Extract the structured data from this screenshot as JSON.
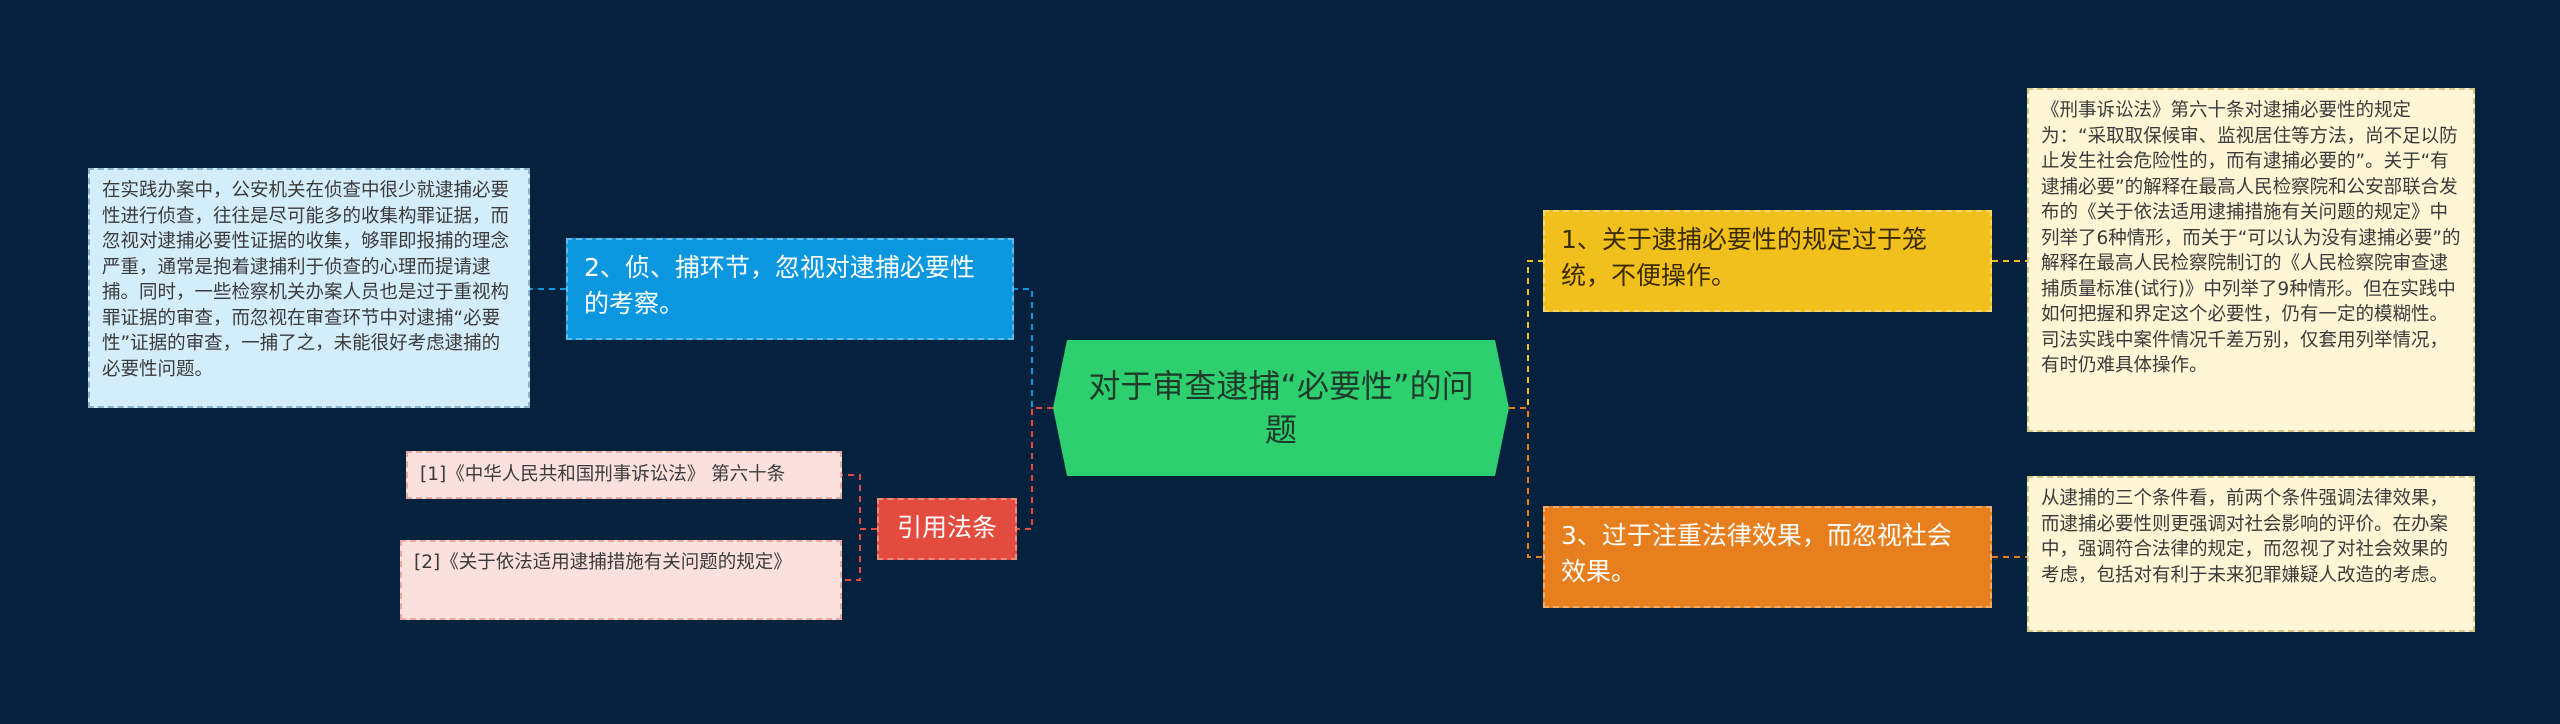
{
  "colors": {
    "background": "#04213d",
    "center": "#2ecf6f",
    "blue_branch": "#0a97e0",
    "red_branch": "#e24b3e",
    "yellow_branch": "#f2c01c",
    "orange_branch": "#e87f1f",
    "blue_leaf": "#d4edfb",
    "red_leaf": "#fbe1dd",
    "yellow_leaf": "#fff6d6"
  },
  "center": {
    "title": "对于审查逮捕“必要性”的问题"
  },
  "left": {
    "branch2": {
      "label": "2、侦、捕环节，忽视对逮捕必要性的考察。",
      "detail": "在实践办案中，公安机关在侦查中很少就逮捕必要性进行侦查，往往是尽可能多的收集构罪证据，而忽视对逮捕必要性证据的收集，够罪即报捕的理念严重，通常是抱着逮捕利于侦查的心理而提请逮捕。同时，一些检察机关办案人员也是过于重视构罪证据的审查，而忽视在审查环节中对逮捕“必要性”证据的审查，一捕了之，未能很好考虑逮捕的必要性问题。"
    },
    "laws": {
      "label": "引用法条",
      "refs": [
        "[1]《中华人民共和国刑事诉讼法》 第六十条",
        "[2]《关于依法适用逮捕措施有关问题的规定》"
      ]
    }
  },
  "right": {
    "branch1": {
      "label": "1、关于逮捕必要性的规定过于笼统，不便操作。",
      "detail": "《刑事诉讼法》第六十条对逮捕必要性的规定为：“采取取保候审、监视居住等方法，尚不足以防止发生社会危险性的，而有逮捕必要的”。关于“有逮捕必要”的解释在最高人民检察院和公安部联合发布的《关于依法适用逮捕措施有关问题的规定》中列举了6种情形，而关于“可以认为没有逮捕必要”的解释在最高人民检察院制订的《人民检察院审查逮捕质量标准(试行)》中列举了9种情形。但在实践中如何把握和界定这个必要性，仍有一定的模糊性。司法实践中案件情况千差万别，仅套用列举情况，有时仍难具体操作。"
    },
    "branch3": {
      "label": "3、过于注重法律效果，而忽视社会效果。",
      "detail": "从逮捕的三个条件看，前两个条件强调法律效果，而逮捕必要性则更强调对社会影响的评价。在办案中，强调符合法律的规定，而忽视了对社会效果的考虑，包括对有利于未来犯罪嫌疑人改造的考虑。"
    }
  }
}
